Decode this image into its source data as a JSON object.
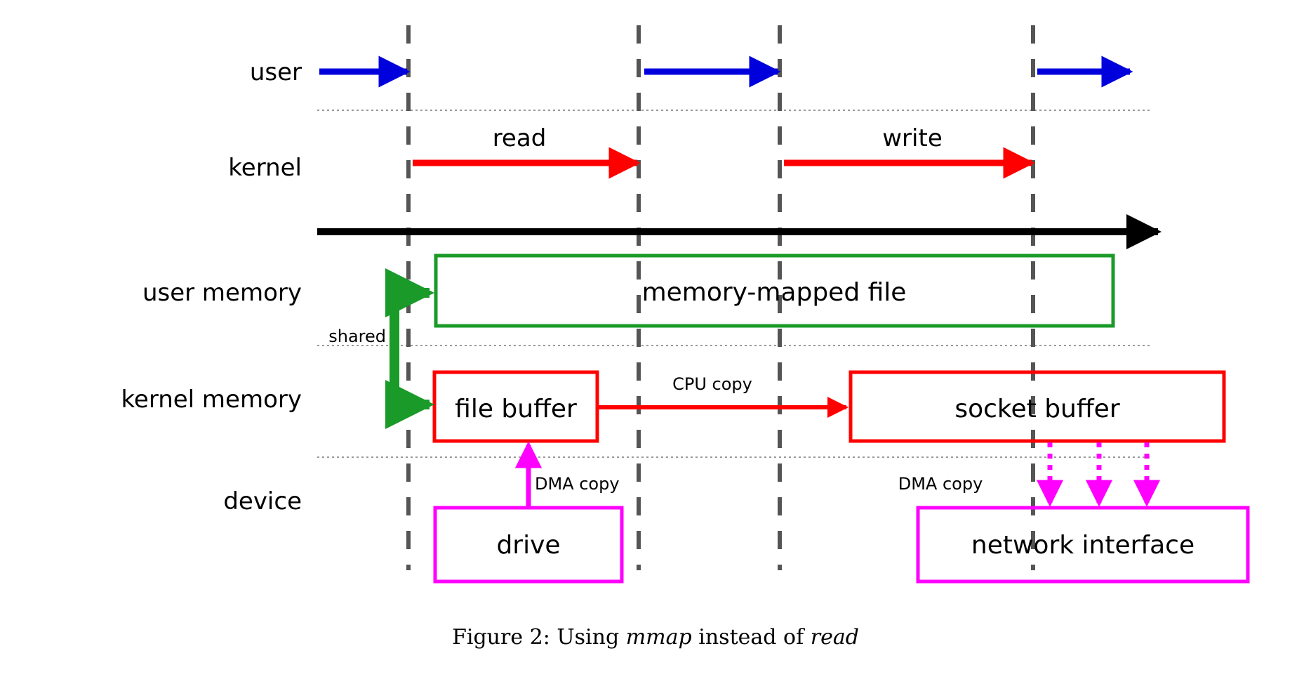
{
  "figure": {
    "caption_prefix": "Figure 2:",
    "caption_text_1": "Using",
    "caption_em_1": "mmap",
    "caption_text_2": "instead of",
    "caption_em_2": "read"
  },
  "row_labels": [
    {
      "id": "user",
      "label": "user"
    },
    {
      "id": "kernel",
      "label": "kernel"
    },
    {
      "id": "user-memory",
      "label": "user memory"
    },
    {
      "id": "kernel-memory",
      "label": "kernel memory"
    },
    {
      "id": "device",
      "label": "device"
    }
  ],
  "operations": [
    {
      "id": "read",
      "label": "read"
    },
    {
      "id": "write",
      "label": "write"
    }
  ],
  "boxes": [
    {
      "id": "memory-mapped-file",
      "label": "memory-mapped file",
      "color": "#1a9a28"
    },
    {
      "id": "file-buffer",
      "label": "file buffer",
      "color": "#ff0000"
    },
    {
      "id": "socket-buffer",
      "label": "socket buffer",
      "color": "#ff0000"
    },
    {
      "id": "drive",
      "label": "drive",
      "color": "#ff00ff"
    },
    {
      "id": "network-interface",
      "label": "network interface",
      "color": "#ff00ff"
    }
  ],
  "annotations": [
    {
      "id": "shared",
      "label": "shared"
    },
    {
      "id": "cpu-copy",
      "label": "CPU copy"
    },
    {
      "id": "dma-copy-drive",
      "label": "DMA copy"
    },
    {
      "id": "dma-copy-network",
      "label": "DMA copy"
    }
  ],
  "colors": {
    "user_arrow": "#0000dd",
    "kernel_arrow": "#ff0000",
    "timeline": "#000000",
    "context_switch_line": "#555555",
    "separator": "#888888",
    "green": "#1a9a28",
    "red": "#ff0000",
    "magenta": "#ff00ff"
  }
}
